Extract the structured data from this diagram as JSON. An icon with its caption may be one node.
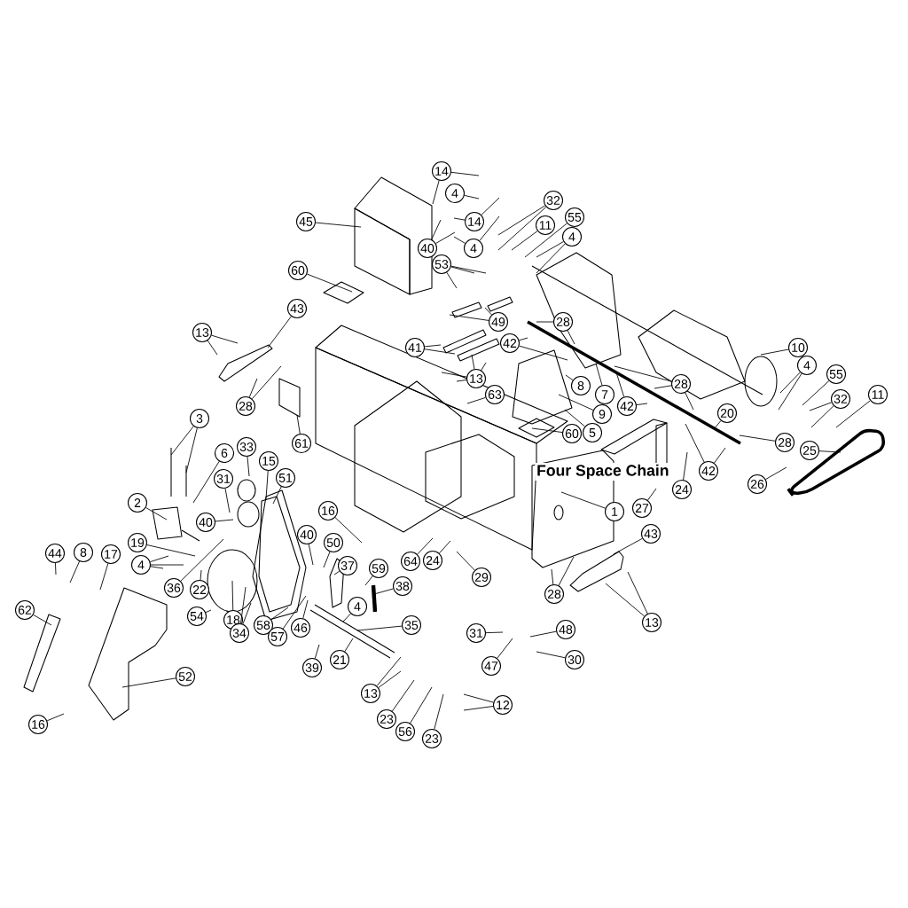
{
  "diagram": {
    "nodes": [
      {
        "text": [
          "14"
        ]
      },
      {
        "text": [
          "4"
        ]
      },
      {
        "text": [
          "14"
        ]
      },
      {
        "text": [
          "4"
        ]
      },
      {
        "text": [
          "40"
        ]
      },
      {
        "text": [
          "45"
        ]
      },
      {
        "text": [
          "53"
        ]
      },
      {
        "text": [
          "60"
        ]
      },
      {
        "text": [
          "32"
        ]
      },
      {
        "text": [
          "11"
        ]
      },
      {
        "text": [
          "55"
        ]
      },
      {
        "text": [
          "4"
        ]
      },
      {
        "text": [
          "49"
        ]
      },
      {
        "text": [
          "41"
        ]
      },
      {
        "text": [
          "42"
        ]
      },
      {
        "text": [
          "28"
        ]
      },
      {
        "text": [
          "13"
        ]
      },
      {
        "text": [
          "63"
        ]
      },
      {
        "text": [
          "43"
        ]
      },
      {
        "text": [
          "13"
        ]
      },
      {
        "text": [
          "28"
        ]
      },
      {
        "text": [
          "61"
        ]
      },
      {
        "text": [
          "3"
        ]
      },
      {
        "text": [
          "6"
        ]
      },
      {
        "text": [
          "33"
        ]
      },
      {
        "text": [
          "31"
        ]
      },
      {
        "text": [
          "15"
        ]
      },
      {
        "text": [
          "51"
        ]
      },
      {
        "text": [
          "2"
        ]
      },
      {
        "text": [
          "40"
        ]
      },
      {
        "text": [
          "19"
        ]
      },
      {
        "text": [
          "4"
        ]
      },
      {
        "text": [
          "44"
        ]
      },
      {
        "text": [
          "8"
        ]
      },
      {
        "text": [
          "17"
        ]
      },
      {
        "text": [
          "36"
        ]
      },
      {
        "text": [
          "22"
        ]
      },
      {
        "text": [
          "54"
        ]
      },
      {
        "text": [
          "18"
        ]
      },
      {
        "text": [
          "34"
        ]
      },
      {
        "text": [
          "58"
        ]
      },
      {
        "text": [
          "57"
        ]
      },
      {
        "text": [
          "46"
        ]
      },
      {
        "text": [
          "62"
        ]
      },
      {
        "text": [
          "52"
        ]
      },
      {
        "text": [
          "16"
        ]
      },
      {
        "text": [
          "16"
        ]
      },
      {
        "text": [
          "40"
        ]
      },
      {
        "text": [
          "50"
        ]
      },
      {
        "text": [
          "37"
        ]
      },
      {
        "text": [
          "59"
        ]
      },
      {
        "text": [
          "38"
        ]
      },
      {
        "text": [
          "4"
        ]
      },
      {
        "text": [
          "35"
        ]
      },
      {
        "text": [
          "21"
        ]
      },
      {
        "text": [
          "39"
        ]
      },
      {
        "text": [
          "13"
        ]
      },
      {
        "text": [
          "23"
        ]
      },
      {
        "text": [
          "56"
        ]
      },
      {
        "text": [
          "23"
        ]
      },
      {
        "text": [
          "12"
        ]
      },
      {
        "text": [
          "31"
        ]
      },
      {
        "text": [
          "47"
        ]
      },
      {
        "text": [
          "48"
        ]
      },
      {
        "text": [
          "30"
        ]
      },
      {
        "text": [
          "64"
        ]
      },
      {
        "text": [
          "24"
        ]
      },
      {
        "text": [
          "29"
        ]
      },
      {
        "text": [
          "28"
        ]
      },
      {
        "text": [
          "1"
        ]
      },
      {
        "text": [
          "60"
        ]
      },
      {
        "text": [
          "5"
        ]
      },
      {
        "text": [
          "9"
        ]
      },
      {
        "text": [
          "7"
        ]
      },
      {
        "text": [
          "8"
        ]
      },
      {
        "text": [
          "42"
        ]
      },
      {
        "text": [
          "28"
        ]
      },
      {
        "text": [
          "10"
        ]
      },
      {
        "text": [
          "4"
        ]
      },
      {
        "text": [
          "55"
        ]
      },
      {
        "text": [
          "32"
        ]
      },
      {
        "text": [
          "11"
        ]
      },
      {
        "text": [
          "20"
        ]
      },
      {
        "text": [
          "28"
        ]
      },
      {
        "text": [
          "25"
        ]
      },
      {
        "text": [
          "42"
        ]
      },
      {
        "text": [
          "24"
        ]
      },
      {
        "text": [
          "27"
        ]
      },
      {
        "text": [
          "26"
        ]
      },
      {
        "text": [
          "43"
        ]
      },
      {
        "text": [
          "13"
        ]
      }
    ],
    "edges": [
      {
        "from": 0,
        "to": null,
        "arrow": "none"
      },
      {
        "from": 0,
        "to": null,
        "arrow": "none"
      },
      {
        "from": 1,
        "to": null,
        "arrow": "none"
      },
      {
        "from": 2,
        "to": null,
        "arrow": "none"
      },
      {
        "from": 2,
        "to": null,
        "arrow": "none"
      },
      {
        "from": 3,
        "to": null,
        "arrow": "none"
      },
      {
        "from": 3,
        "to": null,
        "arrow": "none"
      },
      {
        "from": 4,
        "to": null,
        "arrow": "none"
      },
      {
        "from": 4,
        "to": null,
        "arrow": "none"
      },
      {
        "from": 5,
        "to": null,
        "arrow": "none"
      },
      {
        "from": 6,
        "to": null,
        "arrow": "none"
      },
      {
        "from": 6,
        "to": null,
        "arrow": "none"
      },
      {
        "from": 6,
        "to": null,
        "arrow": "none"
      },
      {
        "from": 7,
        "to": null,
        "arrow": "none"
      },
      {
        "from": 8,
        "to": null,
        "arrow": "none"
      },
      {
        "from": 8,
        "to": null,
        "arrow": "none"
      },
      {
        "from": 9,
        "to": null,
        "arrow": "none"
      },
      {
        "from": 10,
        "to": null,
        "arrow": "none"
      },
      {
        "from": 11,
        "to": null,
        "arrow": "none"
      },
      {
        "from": 11,
        "to": null,
        "arrow": "none"
      },
      {
        "from": 12,
        "to": null,
        "arrow": "none"
      },
      {
        "from": 12,
        "to": null,
        "arrow": "none"
      },
      {
        "from": 13,
        "to": null,
        "arrow": "none"
      },
      {
        "from": 13,
        "to": null,
        "arrow": "none"
      },
      {
        "from": 14,
        "to": null,
        "arrow": "none"
      },
      {
        "from": 14,
        "to": null,
        "arrow": "none"
      },
      {
        "from": 15,
        "to": null,
        "arrow": "none"
      },
      {
        "from": 15,
        "to": null,
        "arrow": "none"
      },
      {
        "from": 16,
        "to": null,
        "arrow": "none"
      },
      {
        "from": 16,
        "to": null,
        "arrow": "none"
      },
      {
        "from": 16,
        "to": null,
        "arrow": "none"
      },
      {
        "from": 16,
        "to": null,
        "arrow": "none"
      },
      {
        "from": 17,
        "to": null,
        "arrow": "none"
      },
      {
        "from": 18,
        "to": null,
        "arrow": "none"
      },
      {
        "from": 19,
        "to": null,
        "arrow": "none"
      },
      {
        "from": 19,
        "to": null,
        "arrow": "none"
      },
      {
        "from": 20,
        "to": null,
        "arrow": "none"
      },
      {
        "from": 20,
        "to": null,
        "arrow": "none"
      },
      {
        "from": 21,
        "to": null,
        "arrow": "none"
      },
      {
        "from": 22,
        "to": null,
        "arrow": "none"
      },
      {
        "from": 22,
        "to": null,
        "arrow": "none"
      },
      {
        "from": 23,
        "to": null,
        "arrow": "none"
      },
      {
        "from": 24,
        "to": null,
        "arrow": "none"
      },
      {
        "from": 25,
        "to": null,
        "arrow": "none"
      },
      {
        "from": 26,
        "to": null,
        "arrow": "none"
      },
      {
        "from": 27,
        "to": null,
        "arrow": "none"
      },
      {
        "from": 28,
        "to": null,
        "arrow": "none"
      },
      {
        "from": 29,
        "to": null,
        "arrow": "none"
      },
      {
        "from": 30,
        "to": null,
        "arrow": "none"
      },
      {
        "from": 31,
        "to": null,
        "arrow": "none"
      },
      {
        "from": 31,
        "to": null,
        "arrow": "none"
      },
      {
        "from": 31,
        "to": null,
        "arrow": "none"
      },
      {
        "from": 32,
        "to": null,
        "arrow": "none"
      },
      {
        "from": 33,
        "to": null,
        "arrow": "none"
      },
      {
        "from": 34,
        "to": null,
        "arrow": "none"
      },
      {
        "from": 35,
        "to": null,
        "arrow": "none"
      },
      {
        "from": 36,
        "to": null,
        "arrow": "none"
      },
      {
        "from": 37,
        "to": null,
        "arrow": "none"
      },
      {
        "from": 38,
        "to": null,
        "arrow": "none"
      },
      {
        "from": 39,
        "to": null,
        "arrow": "none"
      },
      {
        "from": 39,
        "to": null,
        "arrow": "none"
      },
      {
        "from": 40,
        "to": null,
        "arrow": "none"
      },
      {
        "from": 41,
        "to": null,
        "arrow": "none"
      },
      {
        "from": 42,
        "to": null,
        "arrow": "none"
      },
      {
        "from": 43,
        "to": null,
        "arrow": "none"
      },
      {
        "from": 44,
        "to": null,
        "arrow": "none"
      },
      {
        "from": 45,
        "to": null,
        "arrow": "none"
      },
      {
        "from": 46,
        "to": null,
        "arrow": "none"
      },
      {
        "from": 47,
        "to": null,
        "arrow": "none"
      },
      {
        "from": 48,
        "to": null,
        "arrow": "none"
      },
      {
        "from": 49,
        "to": null,
        "arrow": "none"
      },
      {
        "from": 50,
        "to": null,
        "arrow": "none"
      },
      {
        "from": 51,
        "to": null,
        "arrow": "none"
      },
      {
        "from": 52,
        "to": null,
        "arrow": "none"
      },
      {
        "from": 53,
        "to": null,
        "arrow": "none"
      },
      {
        "from": 54,
        "to": null,
        "arrow": "none"
      },
      {
        "from": 55,
        "to": null,
        "arrow": "none"
      },
      {
        "from": 56,
        "to": null,
        "arrow": "none"
      },
      {
        "from": 56,
        "to": null,
        "arrow": "none"
      },
      {
        "from": 57,
        "to": null,
        "arrow": "none"
      },
      {
        "from": 58,
        "to": null,
        "arrow": "none"
      },
      {
        "from": 59,
        "to": null,
        "arrow": "none"
      },
      {
        "from": 60,
        "to": null,
        "arrow": "none"
      },
      {
        "from": 60,
        "to": null,
        "arrow": "none"
      },
      {
        "from": 61,
        "to": null,
        "arrow": "none"
      },
      {
        "from": 62,
        "to": null,
        "arrow": "none"
      },
      {
        "from": 63,
        "to": null,
        "arrow": "none"
      },
      {
        "from": 64,
        "to": null,
        "arrow": "none"
      },
      {
        "from": 65,
        "to": null,
        "arrow": "none"
      },
      {
        "from": 66,
        "to": null,
        "arrow": "none"
      },
      {
        "from": 67,
        "to": null,
        "arrow": "none"
      },
      {
        "from": 68,
        "to": null,
        "arrow": "none"
      },
      {
        "from": 68,
        "to": null,
        "arrow": "none"
      },
      {
        "from": 69,
        "to": null,
        "arrow": "none"
      },
      {
        "from": 70,
        "to": null,
        "arrow": "none"
      },
      {
        "from": 71,
        "to": null,
        "arrow": "none"
      },
      {
        "from": 72,
        "to": null,
        "arrow": "none"
      },
      {
        "from": 73,
        "to": null,
        "arrow": "none"
      },
      {
        "from": 74,
        "to": null,
        "arrow": "none"
      },
      {
        "from": 75,
        "to": null,
        "arrow": "none"
      },
      {
        "from": 75,
        "to": null,
        "arrow": "none"
      },
      {
        "from": 76,
        "to": null,
        "arrow": "none"
      },
      {
        "from": 76,
        "to": null,
        "arrow": "none"
      },
      {
        "from": 76,
        "to": null,
        "arrow": "none"
      },
      {
        "from": 77,
        "to": null,
        "arrow": "none"
      },
      {
        "from": 78,
        "to": null,
        "arrow": "none"
      },
      {
        "from": 78,
        "to": null,
        "arrow": "none"
      },
      {
        "from": 79,
        "to": null,
        "arrow": "none"
      },
      {
        "from": 80,
        "to": null,
        "arrow": "none"
      },
      {
        "from": 80,
        "to": null,
        "arrow": "none"
      },
      {
        "from": 81,
        "to": null,
        "arrow": "none"
      },
      {
        "from": 82,
        "to": null,
        "arrow": "none"
      },
      {
        "from": 83,
        "to": null,
        "arrow": "none"
      },
      {
        "from": 84,
        "to": null,
        "arrow": "none"
      },
      {
        "from": 85,
        "to": null,
        "arrow": "none"
      },
      {
        "from": 85,
        "to": null,
        "arrow": "none"
      },
      {
        "from": 86,
        "to": null,
        "arrow": "none"
      },
      {
        "from": 87,
        "to": null,
        "arrow": "none"
      },
      {
        "from": 88,
        "to": null,
        "arrow": "none"
      },
      {
        "from": 89,
        "to": null,
        "arrow": "none"
      },
      {
        "from": 90,
        "to": null,
        "arrow": "none"
      },
      {
        "from": 90,
        "to": null,
        "arrow": "none"
      }
    ],
    "labels": [
      "Four Space Chain"
    ]
  }
}
